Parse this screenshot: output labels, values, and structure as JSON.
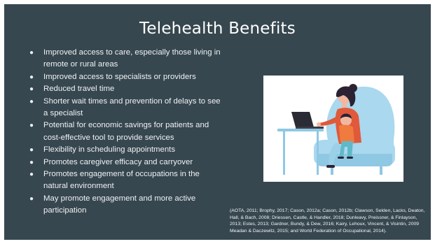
{
  "slide": {
    "title": "Telehealth Benefits",
    "bullets": [
      "Improved access to care, especially those living in remote or rural areas",
      "Improved access to specialists or providers",
      "Reduced travel time",
      "Shorter wait times and prevention of delays to see a specialist",
      "Potential for economic savings for patients and cost-effective tool to provide services",
      "Flexibility in scheduling appointments",
      "Promotes caregiver efficacy and carryover",
      "Promotes engagement of occupations in the natural environment",
      "May promote engagement and more active participation"
    ],
    "bullet_glyph": "●",
    "citation": "(AOTA, 2011; Brophy, 2017; Cason, 2012a; Cason, 2012b; Clawson, Selden, Lacks, Deaton, Hall, & Bach, 2008; Driessen, Castle, & Handler, 2018; Dunleavy, Preissner, & Finlayson, 2013; Estes, 2013; Gardner, Bundy, & Dew, 2016; Kairy, Lehoux, Vincent, & Visintin, 2009 Meadan & Daczewitz, 2015; and World Federation of Occupational, 2014).",
    "illustration": {
      "name": "mother-child-laptop-illustration"
    },
    "colors": {
      "background": "#37474f",
      "text": "#ffffff",
      "chair": "#a9d8ef",
      "shirt": "#e0593a",
      "hair": "#2b2233"
    }
  }
}
